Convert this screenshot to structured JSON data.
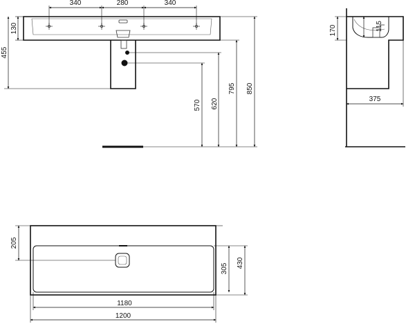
{
  "front_view": {
    "tap_spacing": {
      "left": "340",
      "middle": "280",
      "right": "340"
    },
    "overflow_height": "130",
    "outlet_height": "455",
    "trap_height_1": "570",
    "trap_height_2": "620",
    "rim_height_1": "795",
    "rim_height_2": "850"
  },
  "side_view": {
    "bowl_height": "170",
    "rim_depth": "115",
    "projection": "375"
  },
  "plan_view": {
    "bowl_offset": "205",
    "bowl_depth": "305",
    "total_depth": "430",
    "bowl_width": "1180",
    "total_width": "1200"
  },
  "colors": {
    "line": "#111111",
    "background": "#ffffff"
  }
}
